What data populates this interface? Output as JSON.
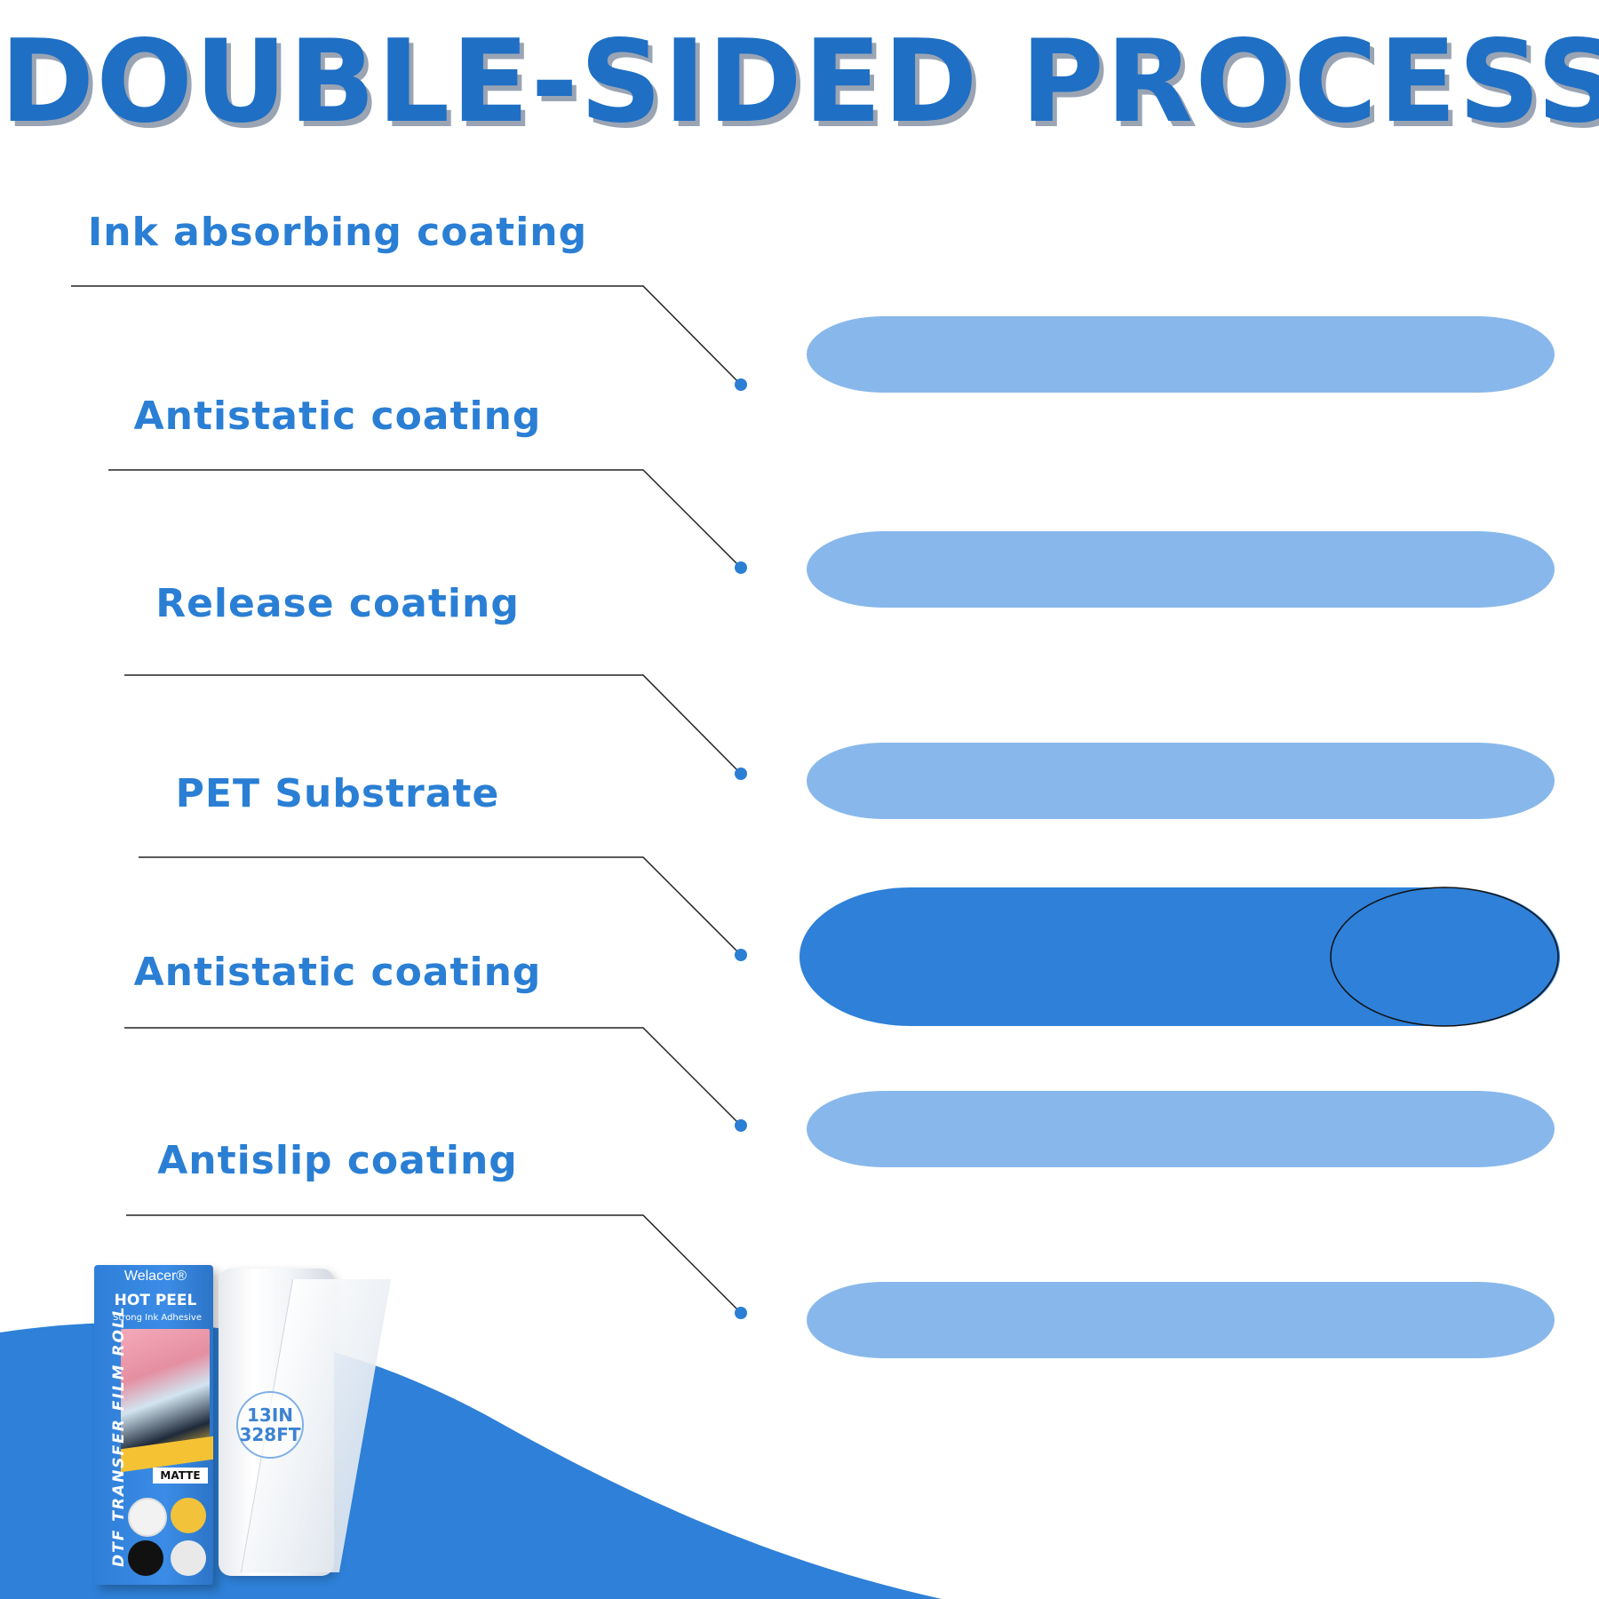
{
  "title": "DOUBLE-SIDED PROCESS",
  "colors": {
    "title": "#1f6fc4",
    "title_shadow": "#9aa4b3",
    "label": "#2a7fd4",
    "layer_light": "#88b8eb",
    "layer_dark": "#2e80d8",
    "background_wave": "#2e80d8",
    "line": "#222222",
    "dot": "#2a7fd4"
  },
  "layers": [
    {
      "label": "Ink absorbing coating",
      "style": "light"
    },
    {
      "label": "Antistatic coating",
      "style": "light"
    },
    {
      "label": "Release coating",
      "style": "light"
    },
    {
      "label": "PET Substrate",
      "style": "dark"
    },
    {
      "label": "Antistatic coating",
      "style": "light"
    },
    {
      "label": "Antislip coating",
      "style": "light"
    }
  ],
  "product": {
    "brand": "Welacer®",
    "name": "HOT PEEL",
    "tagline": "Strong Ink Adhesive",
    "vertical_text": "DTF TRANSFER FILM ROLL",
    "finish": "MATTE",
    "width": "13IN",
    "length": "328FT"
  }
}
